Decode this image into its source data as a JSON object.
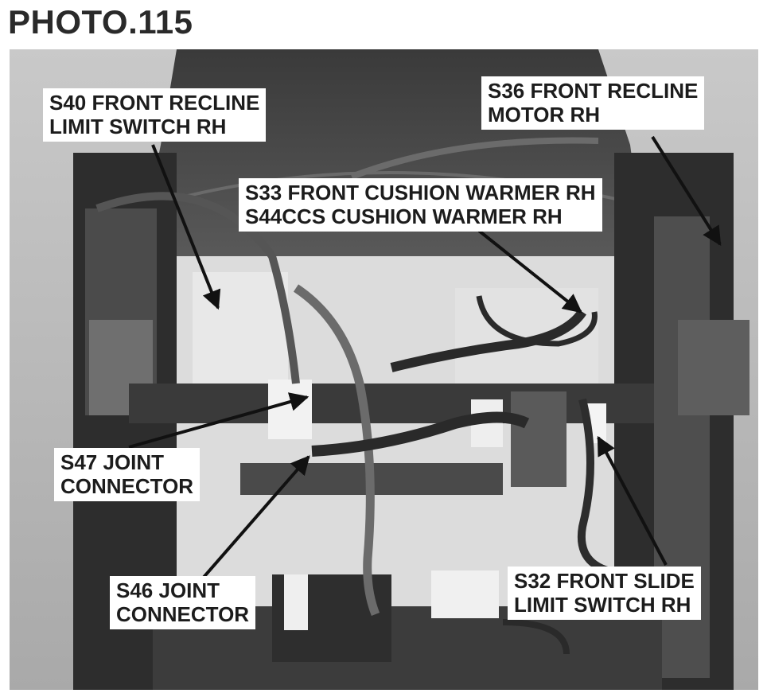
{
  "title": "PHOTO.115",
  "callouts": {
    "s40": [
      "S40 FRONT RECLINE",
      "LIMIT SWITCH RH"
    ],
    "s36": [
      "S36 FRONT RECLINE",
      "MOTOR RH"
    ],
    "s33": [
      "S33 FRONT CUSHION WARMER RH",
      "S44CCS CUSHION WARMER RH"
    ],
    "s47": [
      "S47 JOINT",
      "CONNECTOR"
    ],
    "s46": [
      "S46  JOINT",
      "CONNECTOR"
    ],
    "s32": [
      "S32 FRONT SLIDE",
      "LIMIT SWITCH RH"
    ]
  },
  "colors": {
    "label_bg": "#ffffff",
    "arrow": "#111111"
  }
}
